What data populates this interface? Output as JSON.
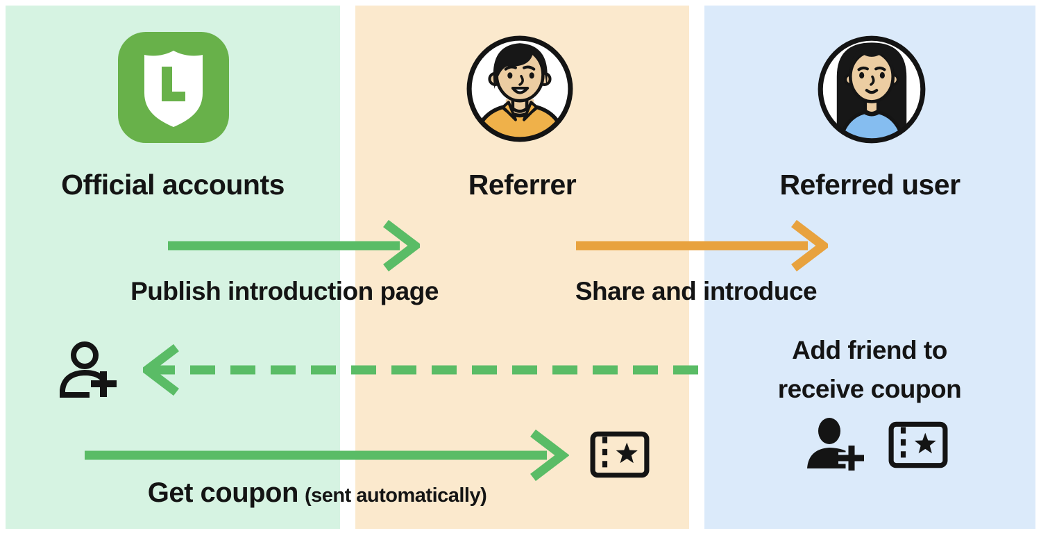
{
  "columns": {
    "official": {
      "label": "Official accounts"
    },
    "referrer": {
      "label": "Referrer"
    },
    "referred": {
      "label": "Referred user"
    }
  },
  "steps": {
    "publish": {
      "label": "Publish introduction page"
    },
    "share": {
      "label": "Share and introduce"
    },
    "add_friend": {
      "line1": "Add friend to",
      "line2": "receive coupon"
    },
    "get_coupon": {
      "label": "Get coupon",
      "note": "(sent automatically)"
    }
  },
  "icons": {
    "official_logo": "shield-L-badge-icon",
    "referrer_avatar": "male-avatar",
    "referred_avatar": "female-avatar",
    "add_friend_outline": "add-friend-outline-icon",
    "add_friend_filled": "add-friend-filled-icon",
    "coupon": "coupon-ticket-star-icon"
  },
  "colors": {
    "column_green_bg": "#d6f3e2",
    "column_orange_bg": "#fbe9cd",
    "column_blue_bg": "#dbeafa",
    "arrow_green": "#5abc66",
    "arrow_orange": "#e8a23e",
    "logo_green": "#68b14a",
    "ink": "#141414",
    "skin": "#eccda2",
    "hair": "#171717",
    "referrer_shirt": "#efb14a",
    "referred_shirt": "#85bdf0"
  }
}
